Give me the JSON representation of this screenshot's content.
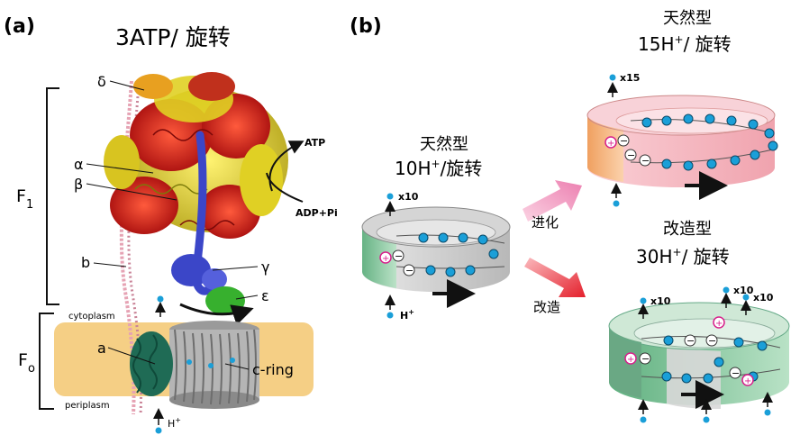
{
  "panel_a": {
    "tag": "(a)",
    "title": "3ATP/ 旋转",
    "labels": {
      "delta": "δ",
      "alpha": "α",
      "beta": "β",
      "b": "b",
      "gamma": "γ",
      "epsilon": "ε",
      "a": "a",
      "cring": "c-ring",
      "atp": "ATP",
      "adp": "ADP+Pi",
      "f1": "F",
      "f1_sub": "1",
      "fo": "F",
      "fo_sub": "o",
      "cytoplasm": "cytoplasm",
      "periplasm": "periplasm",
      "proton": "H",
      "proton_sup": "+"
    }
  },
  "panel_b": {
    "tag": "(b)",
    "wild10": {
      "name": "天然型",
      "rate": "10H",
      "sup": "+",
      "suffix": "/旋转",
      "count": "x10",
      "proton": "H",
      "proton_sup": "+"
    },
    "wild15": {
      "name": "天然型",
      "rate": "15H",
      "sup": "+",
      "suffix": "/ 旋转",
      "count": "x15"
    },
    "mod30": {
      "name": "改造型",
      "rate": "30H",
      "sup": "+",
      "suffix": "/ 旋转",
      "count1": "x10",
      "count2": "x10",
      "count3": "x10"
    },
    "arrow_evolve": "进化",
    "arrow_modify": "改造"
  },
  "colors": {
    "membrane": "#f5cf85",
    "f1_red": "#d8201c",
    "f1_yellow": "#e0d024",
    "gamma_blue": "#3b46c8",
    "epsilon_green": "#37b02e",
    "subunit_a": "#1f6b55",
    "stalk_pink": "#e6a3b4",
    "ring_green": "#7fc79a",
    "ring_orange": "#f5b27a",
    "ring_pink": "#f6b8c0",
    "ring_gray": "#c9c9c9",
    "proton_dot": "#1a9fd8",
    "evolve_arrow": "#f29fc4",
    "modify_arrow": "#e8323c"
  }
}
